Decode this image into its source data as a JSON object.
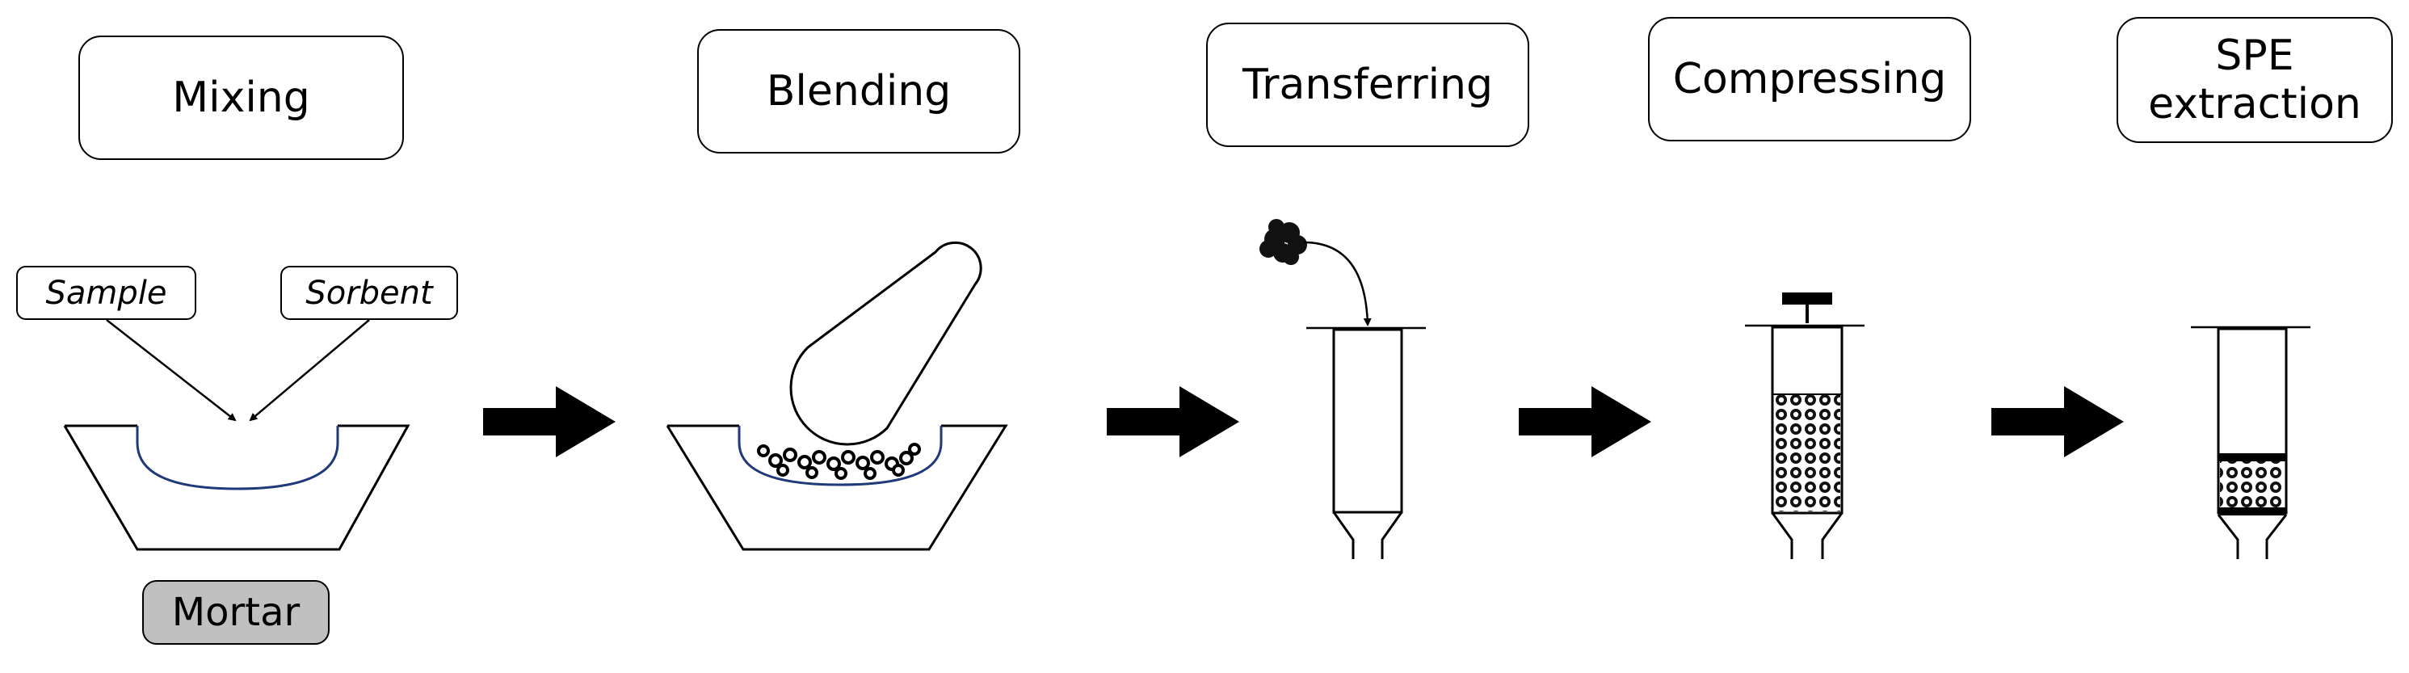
{
  "steps": [
    {
      "id": "mixing",
      "label": "Mixing"
    },
    {
      "id": "blending",
      "label": "Blending"
    },
    {
      "id": "transferring",
      "label": "Transferring"
    },
    {
      "id": "compressing",
      "label": "Compressing"
    },
    {
      "id": "spe",
      "label": "SPE\nextraction"
    }
  ],
  "inputs": {
    "sample": "Sample",
    "sorbent": "Sorbent"
  },
  "vessel_label": "Mortar",
  "colors": {
    "stroke": "#000000",
    "bowl_line": "#1f3a78",
    "mortar_fill": "#c0c0c0",
    "background": "#ffffff"
  },
  "icons": [
    "arrow-right-icon",
    "mortar-icon",
    "pestle-icon",
    "syringe-cartridge-icon",
    "plunger-icon",
    "sorbent-particle-icon"
  ]
}
